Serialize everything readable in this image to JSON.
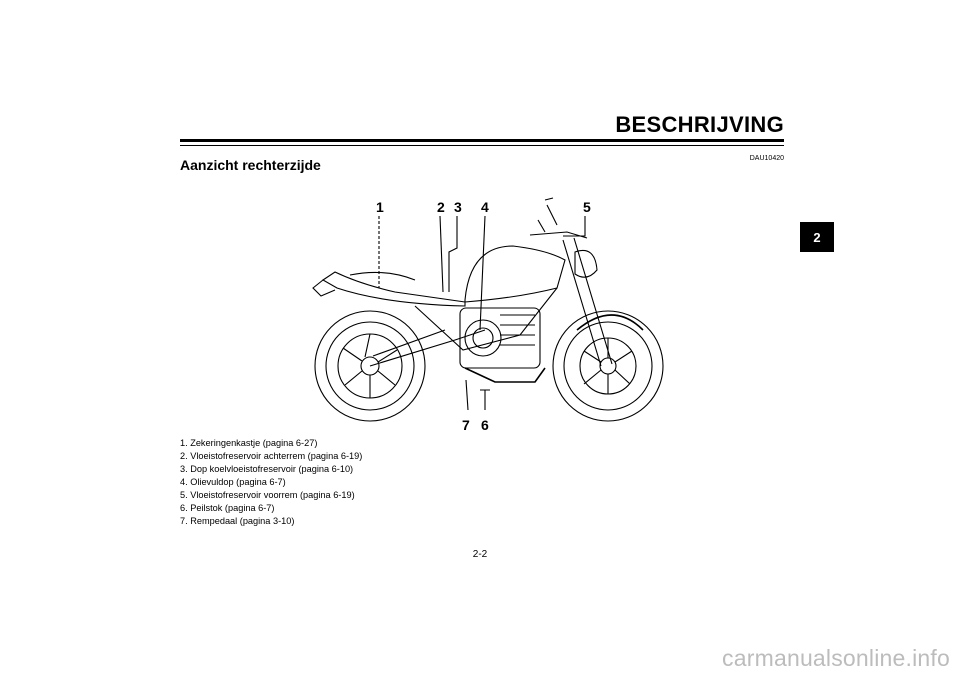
{
  "header": {
    "title": "BESCHRIJVING"
  },
  "section": {
    "code": "DAU10420",
    "title": "Aanzicht rechterzijde"
  },
  "chapter_tab": "2",
  "callouts": [
    "1",
    "2",
    "3",
    "4",
    "5",
    "7",
    "6"
  ],
  "legend": [
    "1.  Zekeringenkastje (pagina 6-27)",
    "2.  Vloeistofreservoir achterrem (pagina 6-19)",
    "3.  Dop koelvloeistofreservoir (pagina 6-10)",
    "4.  Olievuldop (pagina 6-7)",
    "5.  Vloeistofreservoir voorrem (pagina 6-19)",
    "6.  Peilstok (pagina 6-7)",
    "7.  Rempedaal (pagina 3-10)"
  ],
  "page_number": "2-2",
  "watermark": "carmanualsonline.info"
}
